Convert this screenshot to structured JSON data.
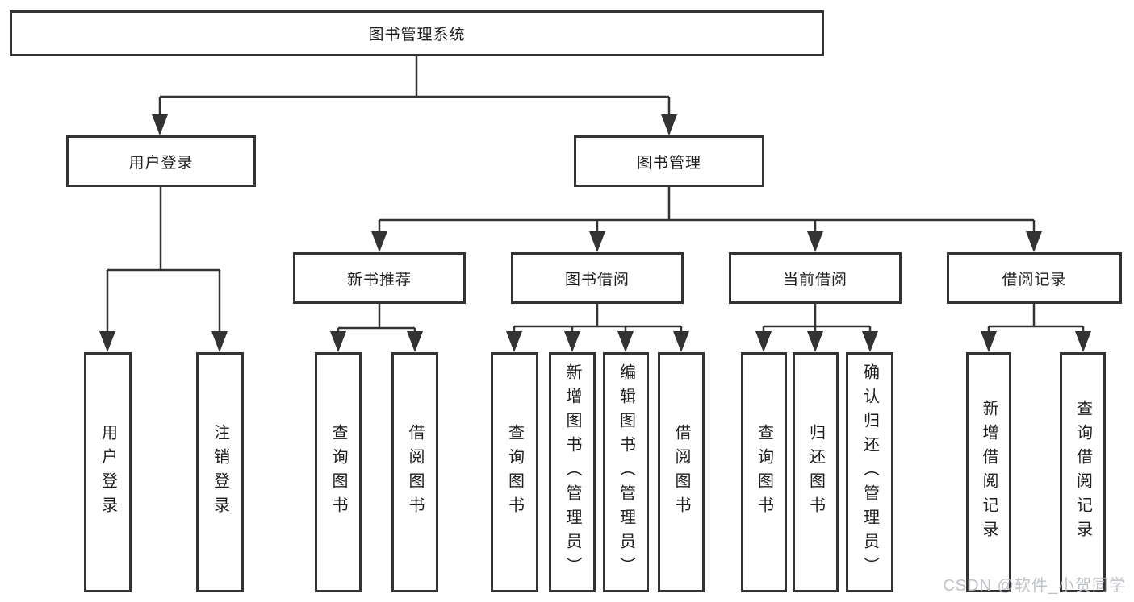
{
  "diagram": {
    "watermark": "CSDN @软件_小贺同学",
    "colors": {
      "line": "#333333",
      "box_border": "#333333",
      "box_background": "#ffffff",
      "text": "#1f1f1f",
      "watermark": "#b9bcc0"
    },
    "tree": {
      "root": {
        "label": "图书管理系统",
        "children": [
          {
            "label": "用户登录",
            "children": [
              {
                "label": "用户登录"
              },
              {
                "label": "注销登录"
              }
            ]
          },
          {
            "label": "图书管理",
            "children": [
              {
                "label": "新书推荐",
                "children": [
                  {
                    "label": "查询图书"
                  },
                  {
                    "label": "借阅图书"
                  }
                ]
              },
              {
                "label": "图书借阅",
                "children": [
                  {
                    "label": "查询图书"
                  },
                  {
                    "label": "新增图书（管理员）"
                  },
                  {
                    "label": "编辑图书（管理员）"
                  },
                  {
                    "label": "借阅图书"
                  }
                ]
              },
              {
                "label": "当前借阅",
                "children": [
                  {
                    "label": "查询图书"
                  },
                  {
                    "label": "归还图书"
                  },
                  {
                    "label": "确认归还（管理员）"
                  }
                ]
              },
              {
                "label": "借阅记录",
                "children": [
                  {
                    "label": "新增借阅记录"
                  },
                  {
                    "label": "查询借阅记录"
                  }
                ]
              }
            ]
          }
        ]
      }
    }
  }
}
